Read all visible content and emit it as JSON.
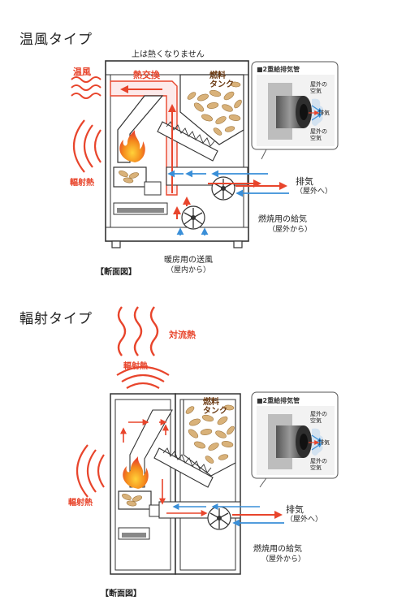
{
  "warm_air_type": {
    "title": "温風タイプ",
    "top_note": "上は熱くなりません",
    "warm_air": "温風",
    "heat_exchange": "熱交換",
    "fuel_tank": [
      "燃料",
      "タンク"
    ],
    "radiant_heat": "輻射熱",
    "exhaust": [
      "排気",
      "（屋外へ）"
    ],
    "combustion_intake": [
      "燃焼用の給気",
      "（屋外から）"
    ],
    "heating_air": [
      "暖房用の送風",
      "（屋内から）"
    ],
    "section_label": "【断面図】",
    "pipe_panel": {
      "title": "■2重給排気管",
      "outdoor_air_1": [
        "屋外の",
        "空気"
      ],
      "exhaust": "排気",
      "outdoor_air_2": [
        "屋外の",
        "空気"
      ]
    }
  },
  "radiant_type": {
    "title": "輻射タイプ",
    "convection_heat": "対流熱",
    "radiant_heat_top": "輻射熱",
    "fuel_tank": [
      "燃料",
      "タンク"
    ],
    "radiant_heat_side": "輻射熱",
    "exhaust": [
      "排気",
      "（屋外へ）"
    ],
    "combustion_intake": [
      "燃焼用の給気",
      "（屋外から）"
    ],
    "section_label": "【断面図】",
    "pipe_panel": {
      "title": "■2重給排気管",
      "outdoor_air_1": [
        "屋外の",
        "空気"
      ],
      "exhaust": "排気",
      "outdoor_air_2": [
        "屋外の",
        "空気"
      ]
    }
  },
  "colors": {
    "red": "#e8452c",
    "blue": "#3a8fd8",
    "pellet": "#d9b27a",
    "stove_line": "#333333"
  }
}
